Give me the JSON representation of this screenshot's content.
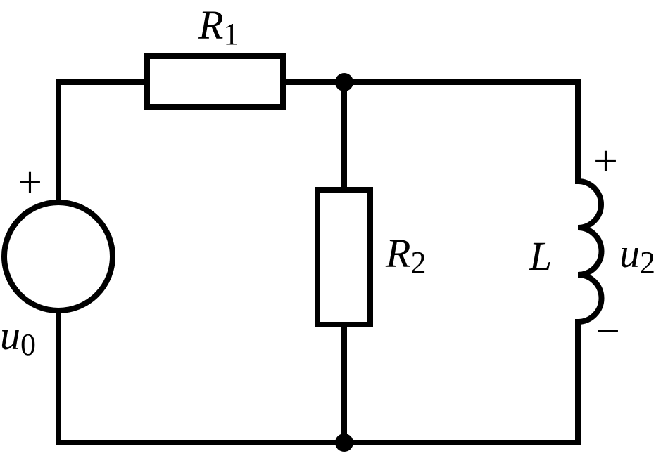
{
  "components": {
    "source": {
      "symbol": "u",
      "subscript": "0",
      "polarity_top": "+"
    },
    "resistor_1": {
      "symbol": "R",
      "subscript": "1"
    },
    "resistor_2": {
      "symbol": "R",
      "subscript": "2"
    },
    "inductor": {
      "symbol": "L"
    },
    "output_voltage": {
      "symbol": "u",
      "subscript": "2",
      "polarity_top": "+",
      "polarity_bottom": "−"
    }
  },
  "colors": {
    "stroke": "#000000",
    "background": "#ffffff"
  }
}
